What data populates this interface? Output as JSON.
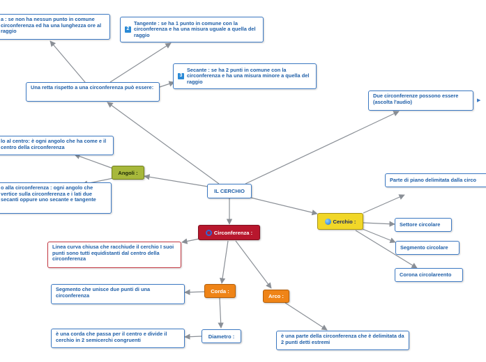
{
  "center": "IL CERCHIO",
  "branches": {
    "angoli": "Angoli :",
    "circonferenza": "Circonferenza :",
    "cerchio": "Cerchio :",
    "corda": "Corda :",
    "arco": "Arco :",
    "diametro": "Diametro :"
  },
  "nodes": {
    "retta": "Una retta rispetto a una circonferenza può essere:",
    "esterna": "a : se non ha nessun punto in comune circonferenza ed ha una lunghezza ore al raggio",
    "tangente": "Tangente : se ha 1 punto in comune con la circonferenza e ha una misura uguale a quella del raggio",
    "secante": "Secante : se ha 2 punti in comune con la circonferenza e ha una misura minore a quella del raggio",
    "due_circ": "Due circonferenze possono essere (ascolta l'audio)",
    "angolo_centro": "lo al centro: è ogni angolo che ha come e il centro della circonferenza",
    "angolo_circ": "o alla circonferenza : ogni angolo che vertice sulla circonferenza e i lati due secanti oppure uno secante e tangente",
    "def_circonferenza": "Linea curva chiusa che racchiude il cerchio I suoi punti sono tutti equidistanti dal centro della circonferenza",
    "def_corda": "Segmento che unisce due punti di una circonferenza",
    "def_diametro": "è una corda che passa per il centro e divide il cerchio in 2 semicerchi congruenti",
    "def_arco": "è una parte della circonferenza che è delimitata da 2 punti detti estremi",
    "parte_piano": "Parte di piano delimitata dalla circo",
    "settore": "Settore circolare",
    "segmento": "Segmento circolare",
    "corona": "Corona circolareento"
  },
  "badges": {
    "tangente": "2",
    "secante": "3"
  },
  "colors": {
    "line": "#8a8f96",
    "node_border": "#3b78c2",
    "text": "#1f5fa8",
    "angoli": "#a7b83b",
    "circonferenza": "#b8172d",
    "cerchio": "#f1d728",
    "corda": "#ef8417",
    "arco": "#ef8417"
  },
  "icons": {
    "circonferenza": "ring-icon",
    "cerchio": "globe-icon",
    "badge": "number-badge-icon",
    "more": "play-arrow-icon"
  }
}
